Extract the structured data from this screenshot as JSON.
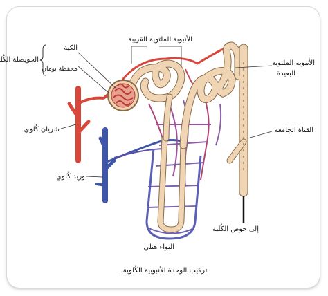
{
  "labels": {
    "renal_corpuscle": "الحويصلة الكُلوية",
    "glomerulus": "الكبة",
    "bowmans_capsule": "محفظة بومان",
    "proximal_tubule": "الأنبوبة الملتوية القريبة",
    "distal_tubule_line1": "الأنبوبة الملتوية",
    "distal_tubule_line2": "البعيدة",
    "collecting_duct": "القناة الجامعة",
    "renal_artery": "شريان كُلوي",
    "renal_vein": "وريد كُلوي",
    "loop_of_henle": "التواء هنلي",
    "to_renal_pelvis": "إلى حوض الكُلية"
  },
  "caption": "تركيب الوحدة الأنبوبية الكُلوية.",
  "colors": {
    "artery": "#d9473b",
    "vein": "#3f55a8",
    "tubule": "#f0d5b4",
    "tubule_outline": "#8a6a47",
    "capillary": "#8b5ea8"
  }
}
